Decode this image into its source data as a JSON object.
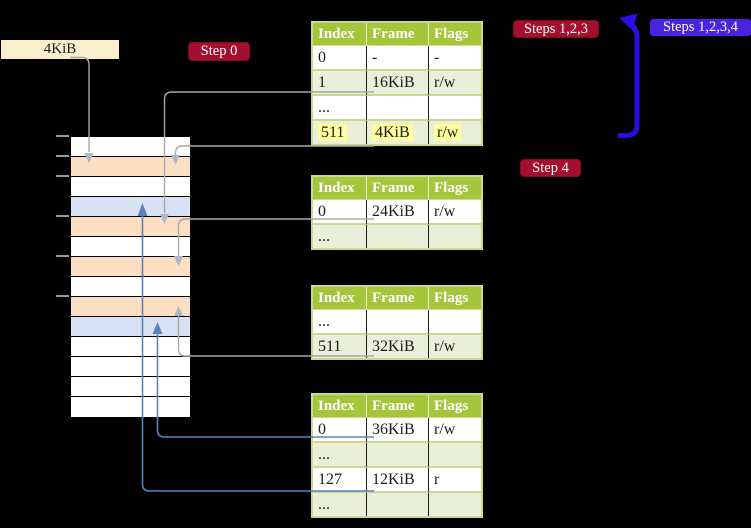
{
  "labels": {
    "frame_box": "4KiB",
    "step0": "Step 0",
    "steps123": "Steps 1,2,3",
    "steps1234": "Steps 1,2,3,4",
    "step4": "Step 4"
  },
  "tables": [
    {
      "name": "level-4-table",
      "headers": [
        "Index",
        "Frame",
        "Flags"
      ],
      "rows": [
        {
          "index": "0",
          "frame": "-",
          "flags": "-",
          "highlight": false
        },
        {
          "index": "1",
          "frame": "16KiB",
          "flags": "r/w",
          "highlight": false
        },
        {
          "index": "...",
          "frame": "",
          "flags": "",
          "highlight": false
        },
        {
          "index": "511",
          "frame": "4KiB",
          "flags": "r/w",
          "highlight": true
        }
      ]
    },
    {
      "name": "level-3-table",
      "headers": [
        "Index",
        "Frame",
        "Flags"
      ],
      "rows": [
        {
          "index": "0",
          "frame": "24KiB",
          "flags": "r/w",
          "highlight": false
        },
        {
          "index": "...",
          "frame": "",
          "flags": "",
          "highlight": false
        }
      ]
    },
    {
      "name": "level-2-table",
      "headers": [
        "Index",
        "Frame",
        "Flags"
      ],
      "rows": [
        {
          "index": "...",
          "frame": "",
          "flags": "",
          "highlight": false
        },
        {
          "index": "511",
          "frame": "32KiB",
          "flags": "r/w",
          "highlight": false
        }
      ]
    },
    {
      "name": "level-1-table",
      "headers": [
        "Index",
        "Frame",
        "Flags"
      ],
      "rows": [
        {
          "index": "0",
          "frame": "36KiB",
          "flags": "r/w",
          "highlight": false
        },
        {
          "index": "...",
          "frame": "",
          "flags": "",
          "highlight": false
        },
        {
          "index": "127",
          "frame": "12KiB",
          "flags": "r",
          "highlight": false
        },
        {
          "index": "...",
          "frame": "",
          "flags": "",
          "highlight": false
        }
      ]
    }
  ],
  "memory_strip": {
    "rows": [
      "white",
      "peach",
      "white",
      "blue",
      "peach",
      "white",
      "peach",
      "white",
      "peach",
      "blue",
      "white",
      "white",
      "white",
      "white"
    ],
    "tick_tops": [
      135,
      155,
      175,
      215,
      255,
      295
    ]
  },
  "colors": {
    "green": "#a4c63a",
    "rowgreen": "#e9efd8",
    "tborder": "#c9d98f",
    "highlight": "#ffff9e",
    "peach": "#fcdfc2",
    "memblue": "#d7e3f5",
    "white": "#ffffff",
    "cream": "#faefcd",
    "crimson": "#a30f2e",
    "badgeblue": "#4a22e2",
    "arrowblue": "#2a10e0",
    "grayline": "#a8a8a8",
    "grayhead": "#aeb8c8",
    "steel": "#5b83ba",
    "tick": "#999999"
  }
}
